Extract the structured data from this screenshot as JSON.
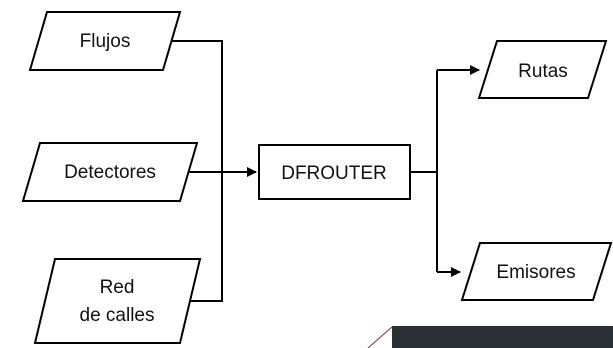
{
  "diagram": {
    "inputs": {
      "flujos": "Flujos",
      "detectores": "Detectores",
      "red_line1": "Red",
      "red_line2": "de calles"
    },
    "process": {
      "label": "DFROUTER"
    },
    "outputs": {
      "rutas": "Rutas",
      "emisores": "Emisores"
    }
  },
  "colors": {
    "line": "#000000",
    "background": "#ffffff",
    "text": "#111111",
    "overlay": "#2b3036"
  }
}
